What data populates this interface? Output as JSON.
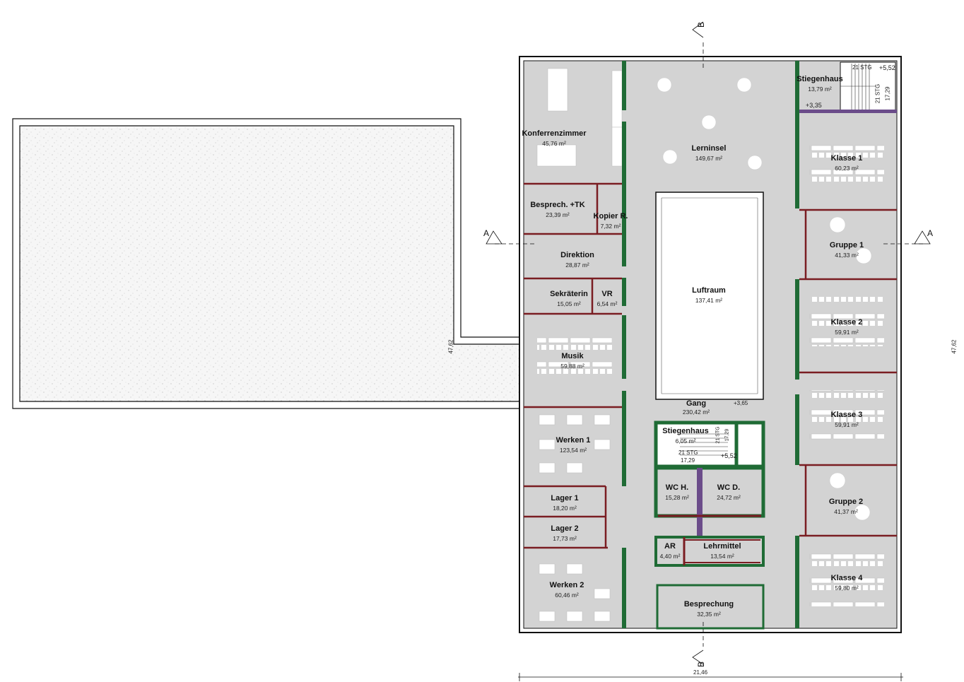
{
  "colors": {
    "floor": "#d3d3d3",
    "structural_wall": "#1f6b35",
    "partition_wall": "#7a1d22",
    "outline": "#111111",
    "core_accent": "#6b4c8a"
  },
  "rooms": [
    {
      "name": "Konferrenzimmer",
      "area": "45,76 m²"
    },
    {
      "name": "Lerninsel",
      "area": "149,67 m²"
    },
    {
      "name": "Stiegenhaus",
      "area": "13,79 m²"
    },
    {
      "name": "Klasse 1",
      "area": "60,23 m²"
    },
    {
      "name": "Besprech. +TK",
      "area": "23,39 m²"
    },
    {
      "name": "Kopier R.",
      "area": "7,32 m²"
    },
    {
      "name": "Direktion",
      "area": "28,87 m²"
    },
    {
      "name": "Gruppe 1",
      "area": "41,33 m²"
    },
    {
      "name": "Luftraum",
      "area": "137,41 m²"
    },
    {
      "name": "Sekräterin",
      "area": "15,05 m²"
    },
    {
      "name": "VR",
      "area": "6,54 m²"
    },
    {
      "name": "Klasse 2",
      "area": "59,91 m²"
    },
    {
      "name": "Musik",
      "area": "59,88 m²"
    },
    {
      "name": "Gang",
      "area": "230,42 m²"
    },
    {
      "name": "Klasse 3",
      "area": "59,91 m²"
    },
    {
      "name": "Stiegenhaus",
      "area": "6,05 m²"
    },
    {
      "name": "Werken 1",
      "area": "123,54 m²"
    },
    {
      "name": "WC H.",
      "area": "15,28 m²"
    },
    {
      "name": "WC D.",
      "area": "24,72 m²"
    },
    {
      "name": "Lager 1",
      "area": "18,20 m²"
    },
    {
      "name": "Gruppe 2",
      "area": "41,37 m²"
    },
    {
      "name": "Lager 2",
      "area": "17,73 m²"
    },
    {
      "name": "AR",
      "area": "4,40 m²"
    },
    {
      "name": "Lehrmittel",
      "area": "13,54 m²"
    },
    {
      "name": "Klasse 4",
      "area": "59,80 m²"
    },
    {
      "name": "Werken 2",
      "area": "60,46 m²"
    },
    {
      "name": "Besprechung",
      "area": "32,35 m²"
    }
  ],
  "section_marks": {
    "a_left": "A",
    "a_right": "A",
    "b_top": "B",
    "b_bottom": "B"
  },
  "levels": {
    "stair_top_upper": "+5,52",
    "stair_top_lower": "+3,35",
    "gang": "+3,65",
    "stair_core": "+5,52"
  },
  "stairs": {
    "top_steps": "21 STG",
    "top_steps_2": "21 STG",
    "top_ratio": "17,29",
    "core_steps": "21 STG",
    "core_steps_2": "21 STG",
    "core_ratio": "17,29",
    "core_ratio_2": "17,29"
  },
  "dimensions": {
    "height_left": "47,62",
    "height_right": "47,62",
    "width_bottom": "21,46"
  }
}
